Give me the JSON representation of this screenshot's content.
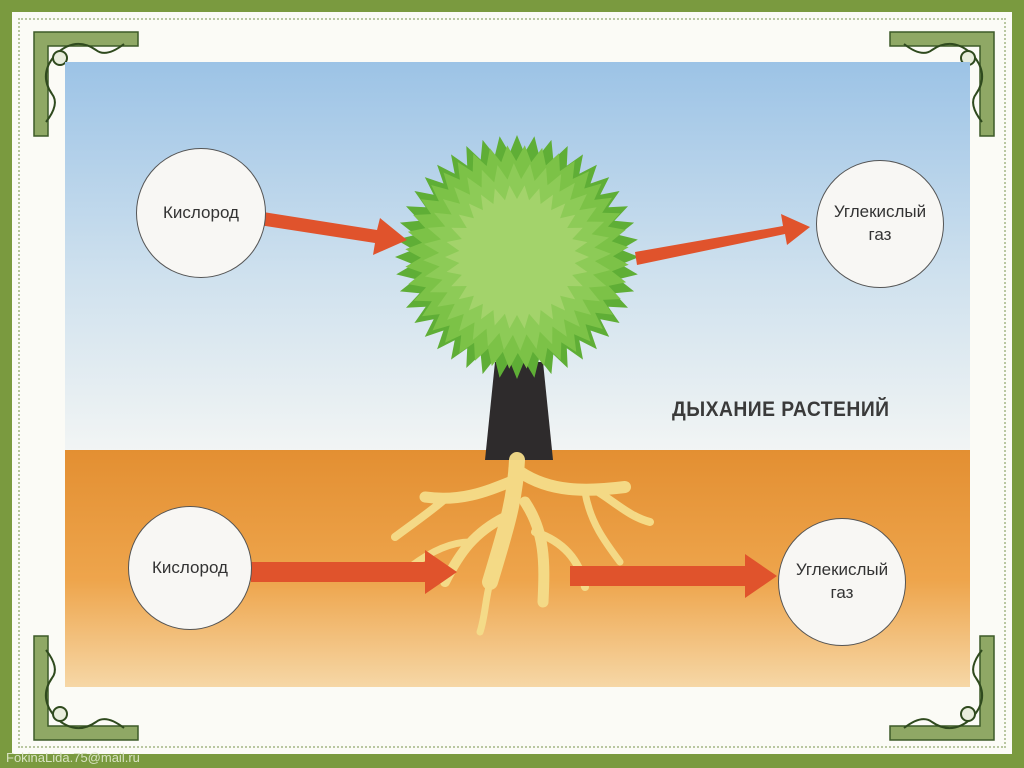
{
  "diagram": {
    "title": "ДЫХАНИЕ РАСТЕНИЙ",
    "nodes": {
      "air_in": "Кислород",
      "air_out": "Углекислый газ",
      "soil_in": "Кислород",
      "soil_out": "Углекислый газ"
    }
  },
  "watermark": "FokinaLida.75@mail.ru",
  "colors": {
    "frame": "#7a9a3f",
    "sky_top": "#9cc3e6",
    "sky_bottom": "#f2f5f4",
    "soil": "#e69a3c",
    "arrow": "#e0532c",
    "leaves": "#7cc247",
    "trunk": "#2e2b2c",
    "roots": "#f5dd8a"
  },
  "icons": [
    "tree-icon",
    "corner-ornament-icon",
    "arrow-icon"
  ]
}
